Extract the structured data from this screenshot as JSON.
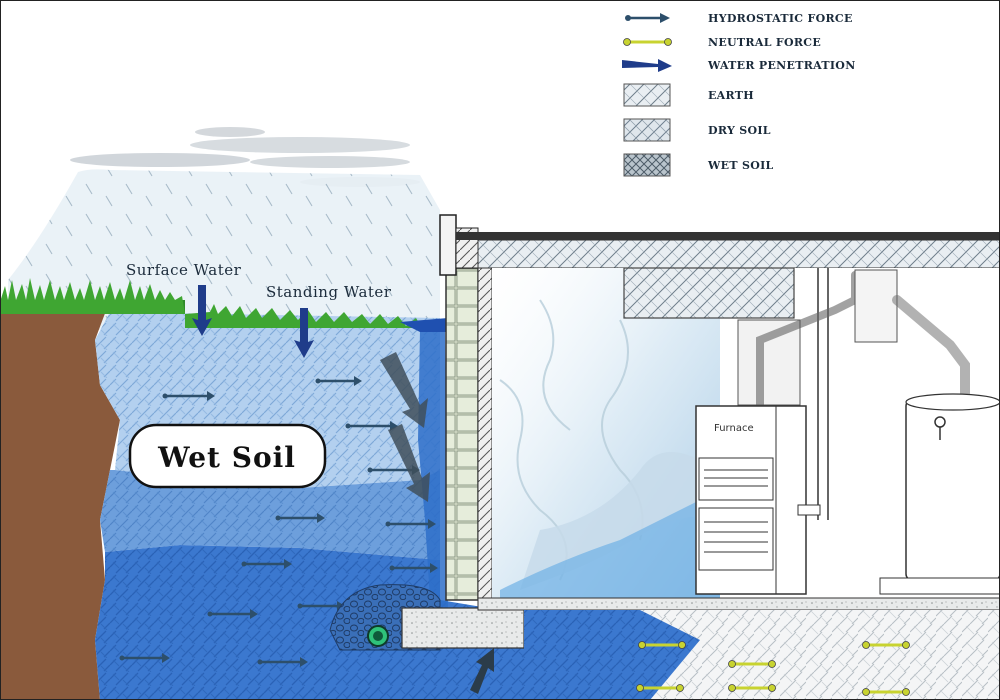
{
  "legend": {
    "items": [
      {
        "key": "hydrostatic",
        "label": "HYDROSTATIC FORCE",
        "icon": "hydrostatic-arrow-icon"
      },
      {
        "key": "neutral",
        "label": "NEUTRAL FORCE",
        "icon": "neutral-force-icon"
      },
      {
        "key": "penetration",
        "label": "WATER PENETRATION",
        "icon": "water-penetration-arrow-icon"
      },
      {
        "key": "earth",
        "label": "EARTH",
        "icon": "earth-swatch-icon"
      },
      {
        "key": "dry",
        "label": "DRY SOIL",
        "icon": "dry-soil-swatch-icon"
      },
      {
        "key": "wet",
        "label": "WET SOIL",
        "icon": "wet-soil-swatch-icon"
      }
    ]
  },
  "labels": {
    "surface_water": "Surface Water",
    "standing_water": "Standing Water",
    "wet_soil": "Wet Soil",
    "furnace": "Furnace"
  },
  "colors": {
    "arrow": "#2d4f6b",
    "neutral": "#c8d330",
    "penetration": "#1f3c8a",
    "grass": "#3fa632",
    "earth_brown": "#8a5a3c",
    "soil_light": "#a8c9ec",
    "soil_mid": "#5d95d8",
    "soil_deep": "#2e6ec9",
    "rain_sky": "#dfe9f2"
  }
}
